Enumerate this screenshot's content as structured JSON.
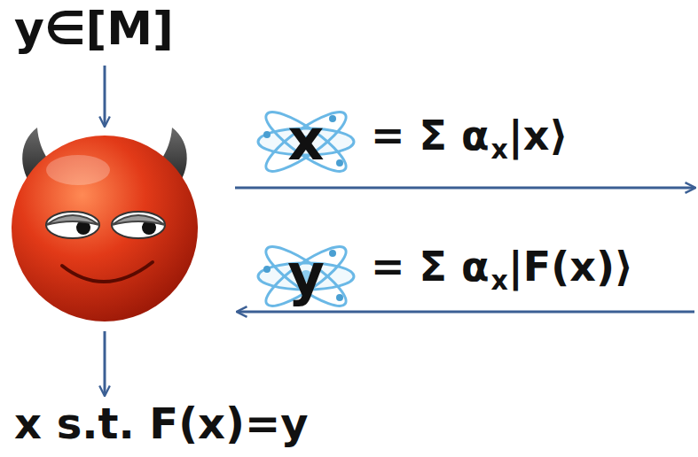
{
  "diagram": {
    "labels": [
      "y∈[M]",
      "x s.t. F(x)=y",
      "x",
      "= Σ α",
      "x",
      "|x⟩",
      "y",
      "= Σ α",
      "x",
      "|F(x)⟩"
    ]
  }
}
